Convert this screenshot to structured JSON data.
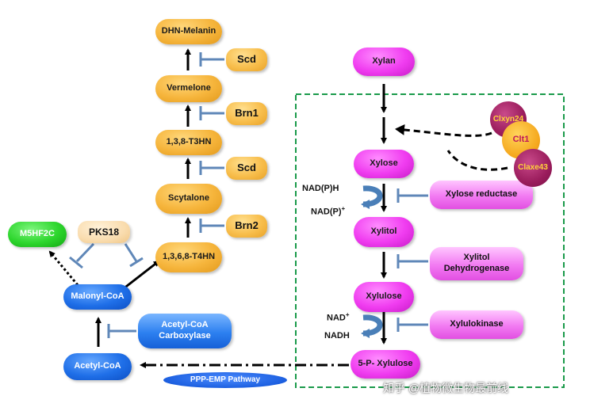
{
  "melanin": {
    "dhn_melanin": "DHN-Melanin",
    "vermelone": "Vermelone",
    "t3hn": "1,3,8-T3HN",
    "scytalone": "Scytalone",
    "t4hn": "1,3,6,8-T4HN",
    "scd_top": "Scd",
    "brn1": "Brn1",
    "scd_mid": "Scd",
    "brn2": "Brn2"
  },
  "left": {
    "m5hf2c": "M5HF2C",
    "pks18": "PKS18",
    "malonyl_coa": "Malonyl-CoA",
    "acetyl_coa": "Acetyl-CoA",
    "acc_line1": "Acetyl-CoA",
    "acc_line2": "Carboxylase",
    "ppp_emp": "PPP-EMP Pathway"
  },
  "xylan": {
    "xylan": "Xylan",
    "xylose": "Xylose",
    "xylitol": "Xylitol",
    "xylulose": "Xylulose",
    "p_xylulose": "5-P- Xylulose",
    "xylose_reductase": "Xylose reductase",
    "xdh_line1": "Xylitol",
    "xdh_line2": "Dehydrogenase",
    "xylulokinase": "Xylulokinase"
  },
  "cofactors": {
    "nadph": "NAD(P)H",
    "nadp": "NAD(P)",
    "nadp_sup": "+",
    "nad": "NAD",
    "nad_sup": "+",
    "nadh": "NADH"
  },
  "regulators": {
    "clxyn24": "Clxyn24",
    "clt1": "Clt1",
    "claxe43": "Claxe43"
  },
  "watermark": "知乎 @植物微生物最前线",
  "colors": {
    "arrow": "#000000",
    "inhibit": "#5f87b8",
    "box": "#1a9a4a"
  }
}
